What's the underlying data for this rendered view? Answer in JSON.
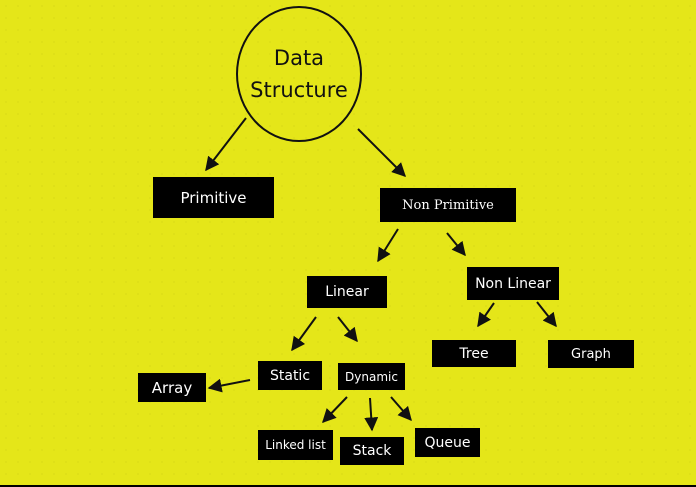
{
  "diagram": {
    "root": {
      "line1": "Data",
      "line2": "Structure"
    },
    "nodes": {
      "primitive": "Primitive",
      "non_primitive": "Non Primitive",
      "linear": "Linear",
      "non_linear": "Non Linear",
      "static": "Static",
      "dynamic": "Dynamic",
      "array": "Array",
      "linked_list": "Linked list",
      "stack": "Stack",
      "queue": "Queue",
      "tree": "Tree",
      "graph": "Graph"
    },
    "edges": [
      {
        "from": "Data Structure",
        "to": "Primitive"
      },
      {
        "from": "Data Structure",
        "to": "Non Primitive"
      },
      {
        "from": "Non Primitive",
        "to": "Linear"
      },
      {
        "from": "Non Primitive",
        "to": "Non Linear"
      },
      {
        "from": "Linear",
        "to": "Static"
      },
      {
        "from": "Linear",
        "to": "Dynamic"
      },
      {
        "from": "Static",
        "to": "Array"
      },
      {
        "from": "Dynamic",
        "to": "Linked list"
      },
      {
        "from": "Dynamic",
        "to": "Stack"
      },
      {
        "from": "Dynamic",
        "to": "Queue"
      },
      {
        "from": "Non Linear",
        "to": "Tree"
      },
      {
        "from": "Non Linear",
        "to": "Graph"
      }
    ],
    "colors": {
      "background": "#e5e619",
      "box": "#000000",
      "box_text": "#ffffff",
      "line": "#111111"
    }
  }
}
